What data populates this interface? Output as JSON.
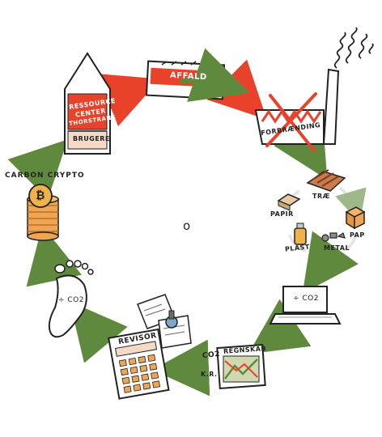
{
  "center_label": "o",
  "nodes": {
    "house": {
      "lines": [
        "RESSOURCE",
        "CENTER",
        "THORSTRANS"
      ],
      "footer": "BRUGERE"
    },
    "affald": {
      "label": "AFFALD"
    },
    "forbraending": {
      "label": "FORBRÆNDING"
    },
    "sorting": {
      "trae": "TRÆ",
      "papir": "PAPIR",
      "pap": "PAP",
      "plast": "PLAST",
      "metal": "METAL"
    },
    "laptop": {
      "screen_text": "÷ CO2"
    },
    "regnskab": {
      "title": "REGNSKAB",
      "co2": "CO2",
      "kr": "K.R."
    },
    "revisor": {
      "label": "REVISOR"
    },
    "footprint": {
      "text": "÷ CO2"
    },
    "crypto": {
      "label": "CARBON CRYPTO"
    }
  },
  "colors": {
    "red": "#e8432a",
    "green": "#5f8a3d",
    "dark": "#222222",
    "gold": "#f0b24a"
  }
}
